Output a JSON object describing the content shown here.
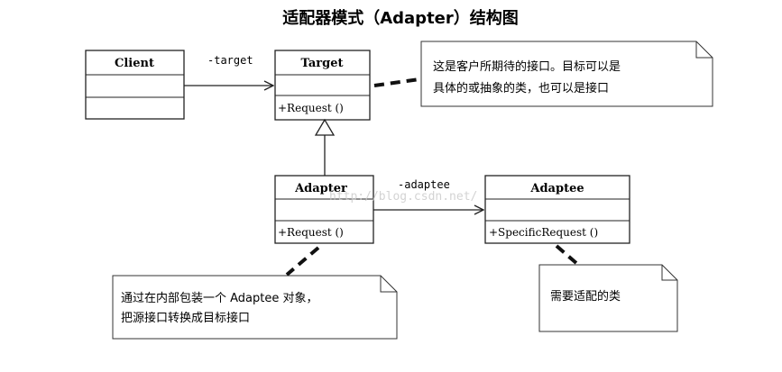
{
  "title": "适配器模式（Adapter）结构图",
  "classes": {
    "client": {
      "name": "Client"
    },
    "target": {
      "name": "Target",
      "method": "+Request ()"
    },
    "adapter": {
      "name": "Adapter",
      "method": "+Request ()"
    },
    "adaptee": {
      "name": "Adaptee",
      "method": "+SpecificRequest ()"
    }
  },
  "associations": {
    "client_target": "-target",
    "adapter_adaptee": "-adaptee"
  },
  "notes": {
    "target": [
      "这是客户所期待的接口。目标可以是",
      "具体的或抽象的类，也可以是接口"
    ],
    "adapter": [
      "通过在内部包装一个 Adaptee 对象，",
      "把源接口转换成目标接口"
    ],
    "adaptee": [
      "需要适配的类"
    ]
  },
  "watermark": "http://blog.csdn.net/"
}
